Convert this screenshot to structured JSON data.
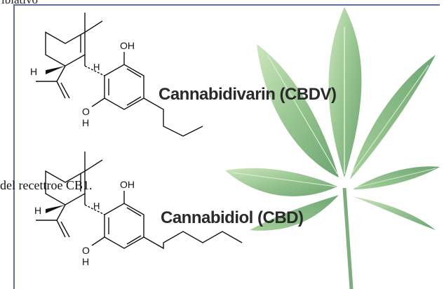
{
  "top_fragment": "ibiativo",
  "body_text": "del recettroe CB1.",
  "figure": {
    "molecule_1": {
      "name": "Cannabidivarin (CBDV)",
      "atoms": {
        "oh_top": "OH",
        "oh_bottom_o": "O",
        "oh_bottom_h": "H",
        "h_left": "H",
        "h_right": "H"
      }
    },
    "molecule_2": {
      "name": "Cannabidiol (CBD)",
      "atoms": {
        "oh_top": "OH",
        "oh_bottom_o": "O",
        "oh_bottom_h": "H",
        "h_left": "H",
        "h_right": "H"
      }
    },
    "background": "cannabis-leaf",
    "colors": {
      "leaf_light": "#a9cf9a",
      "leaf_mid": "#7fb27b",
      "leaf_dark": "#4f8f5a",
      "frame": "#5b6fa5"
    }
  }
}
